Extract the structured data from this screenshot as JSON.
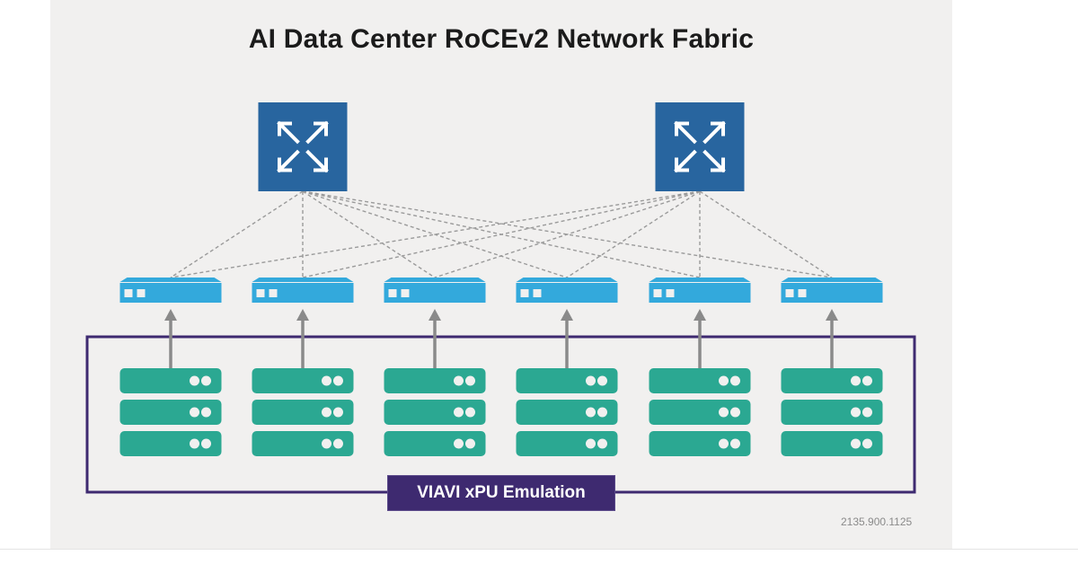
{
  "title": "AI Data Center RoCEv2 Network Fabric",
  "emulation_label": "VIAVI xPU Emulation",
  "document_id": "2135.900.1125",
  "colors": {
    "background": "#f1f0ef",
    "spine_switch": "#28659f",
    "leaf_switch": "#33a9dc",
    "server": "#2ba892",
    "emulation_boundary": "#3e2a70",
    "link_dashed": "#9a9a9a",
    "uplink_arrow": "#8a8a8a"
  },
  "spine_switches": [
    {
      "id": "spine-1",
      "icon": "expand-arrows-icon"
    },
    {
      "id": "spine-2",
      "icon": "expand-arrows-icon"
    }
  ],
  "leaf_switches": [
    {
      "id": "leaf-1"
    },
    {
      "id": "leaf-2"
    },
    {
      "id": "leaf-3"
    },
    {
      "id": "leaf-4"
    },
    {
      "id": "leaf-5"
    },
    {
      "id": "leaf-6"
    }
  ],
  "server_racks": [
    {
      "id": "rack-1",
      "units": 3
    },
    {
      "id": "rack-2",
      "units": 3
    },
    {
      "id": "rack-3",
      "units": 3
    },
    {
      "id": "rack-4",
      "units": 3
    },
    {
      "id": "rack-5",
      "units": 3
    },
    {
      "id": "rack-6",
      "units": 3
    }
  ],
  "links": {
    "topology": "full-mesh spine-to-leaf",
    "style": "dashed"
  }
}
